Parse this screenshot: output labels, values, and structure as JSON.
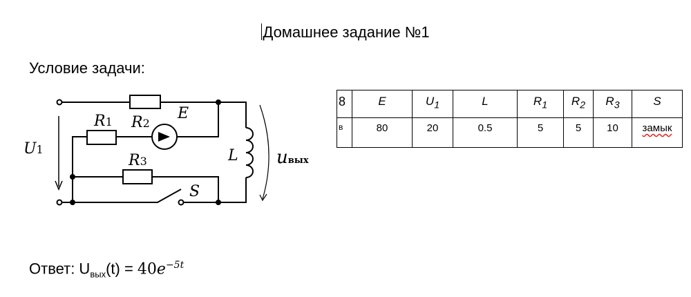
{
  "title": "Домашнее задание №1",
  "condition_label": "Условие задачи:",
  "circuit": {
    "labels": {
      "u1": "U",
      "u1_sub": "1",
      "r1": "R",
      "r1_sub": "1",
      "r2": "R",
      "r2_sub": "2",
      "r3": "R",
      "r3_sub": "3",
      "e": "E",
      "l": "L",
      "s": "S",
      "uout": "u",
      "uout_sub": "вых"
    }
  },
  "table": {
    "headers": [
      {
        "main": "8",
        "sub": ""
      },
      {
        "main": "E",
        "sub": ""
      },
      {
        "main": "U",
        "sub": "1"
      },
      {
        "main": "L",
        "sub": ""
      },
      {
        "main": "R",
        "sub": "1"
      },
      {
        "main": "R",
        "sub": "2"
      },
      {
        "main": "R",
        "sub": "3"
      },
      {
        "main": "S",
        "sub": ""
      }
    ],
    "values": [
      "в",
      "80",
      "20",
      "0.5",
      "5",
      "5",
      "10",
      "замык"
    ]
  },
  "answer": {
    "prefix": "Ответ: U",
    "sub": "вых",
    "mid": "(t) = ",
    "coef": "40",
    "base": "e",
    "exponent": "−5t"
  }
}
